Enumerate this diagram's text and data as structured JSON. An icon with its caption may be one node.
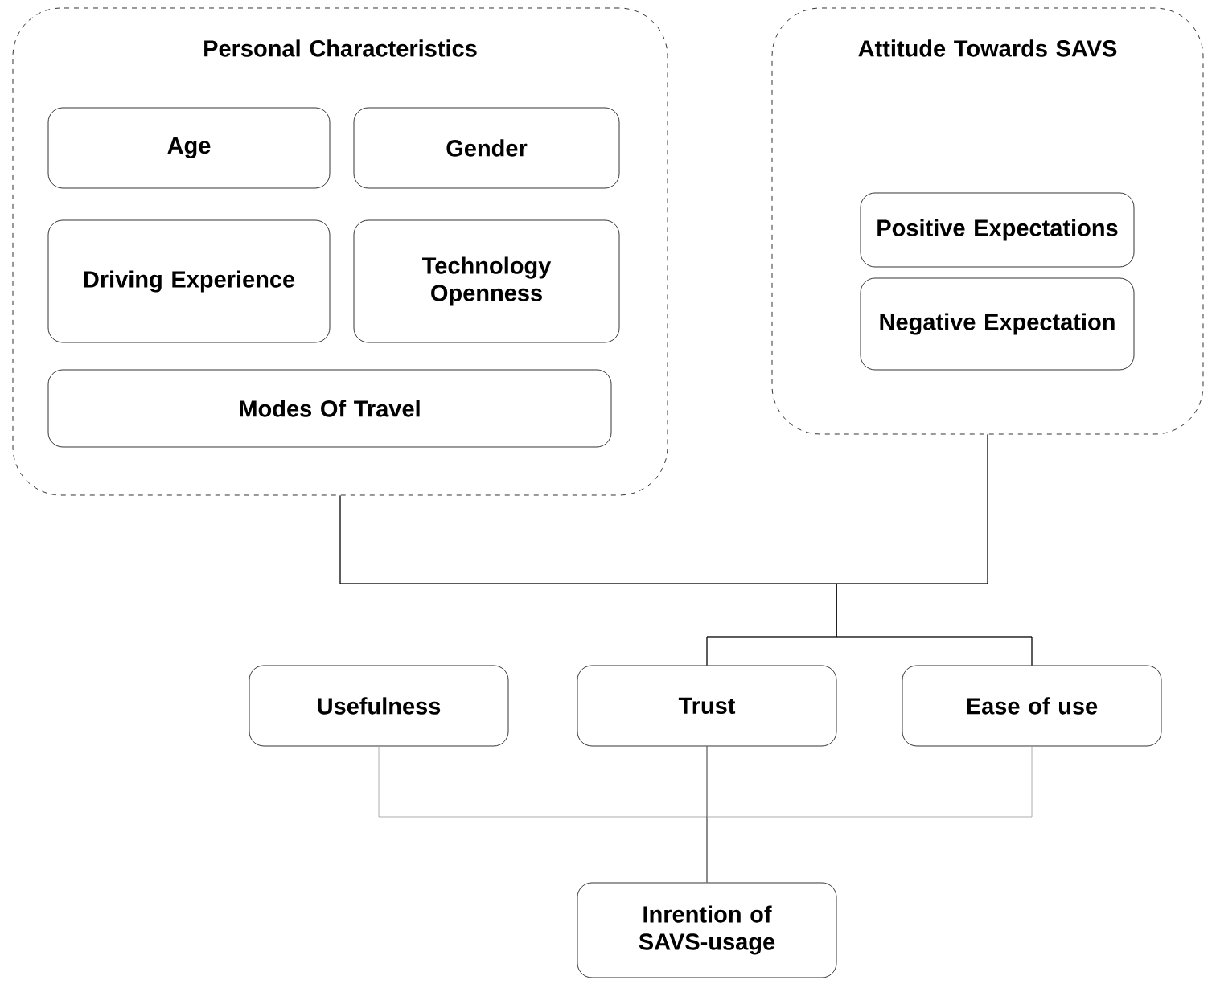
{
  "diagram": {
    "nodes": [
      {
        "text": [
          "Personal Characteristics"
        ]
      },
      {
        "text": [
          "Age"
        ],
        "in": 0
      },
      {
        "text": [
          "Gender"
        ],
        "in": 0
      },
      {
        "text": [
          "Driving Experience"
        ],
        "in": 0
      },
      {
        "text": [
          "Technology Openness"
        ],
        "in": 0
      },
      {
        "text": [
          "Modes Of Travel"
        ],
        "in": 0
      },
      {
        "text": [
          "Attitude Towards SAVS"
        ]
      },
      {
        "text": [
          "Positive Expectations"
        ],
        "in": 6
      },
      {
        "text": [
          "Negative Expectation"
        ],
        "in": 6
      },
      {
        "text": [
          "Usefulness"
        ]
      },
      {
        "text": [
          "Trust"
        ]
      },
      {
        "text": [
          "Ease of use"
        ]
      },
      {
        "text": [
          "Inrention of SAVS-usage"
        ]
      }
    ],
    "edges": [
      {
        "from": 0,
        "to": 10,
        "arrow": "none"
      },
      {
        "from": 0,
        "to": 11,
        "arrow": "none"
      },
      {
        "from": 6,
        "to": 10,
        "arrow": "none"
      },
      {
        "from": 6,
        "to": 11,
        "arrow": "none"
      },
      {
        "from": 9,
        "to": 12,
        "arrow": "none",
        "color": "#999999"
      },
      {
        "from": 10,
        "to": 12,
        "arrow": "none"
      },
      {
        "from": 11,
        "to": 12,
        "arrow": "none",
        "color": "#999999"
      }
    ]
  }
}
